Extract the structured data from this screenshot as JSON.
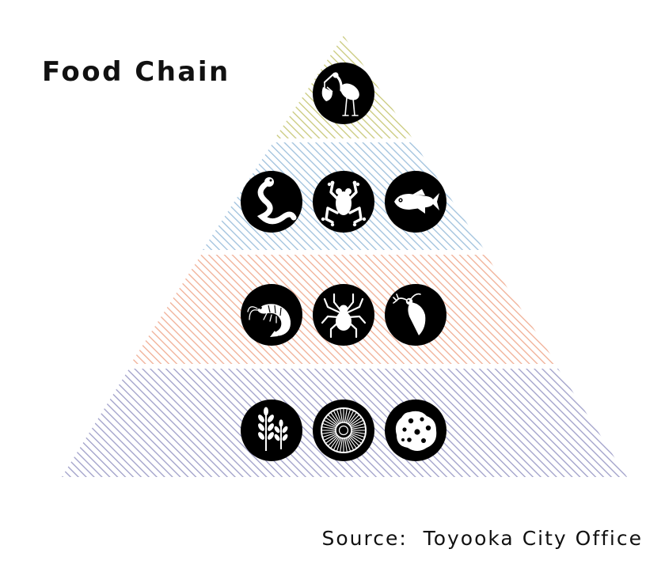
{
  "title": "Food Chain",
  "source": "Source:  Toyooka City Office",
  "colors": {
    "tier_1": "#c9c97a",
    "tier_2": "#9ec0dc",
    "tier_3": "#f0ae94",
    "tier_4": "#9e9ec8",
    "icon_bg": "#000000",
    "icon_fg": "#ffffff"
  },
  "tiers": [
    {
      "id": "top",
      "icons": [
        "stork-icon"
      ]
    },
    {
      "id": "predators",
      "icons": [
        "snake-icon",
        "frog-icon",
        "fish-icon"
      ]
    },
    {
      "id": "invertebrates",
      "icons": [
        "shrimp-icon",
        "spider-icon",
        "water-flea-icon"
      ]
    },
    {
      "id": "producers",
      "icons": [
        "rice-plant-icon",
        "diatom-icon",
        "algae-icon"
      ]
    }
  ]
}
